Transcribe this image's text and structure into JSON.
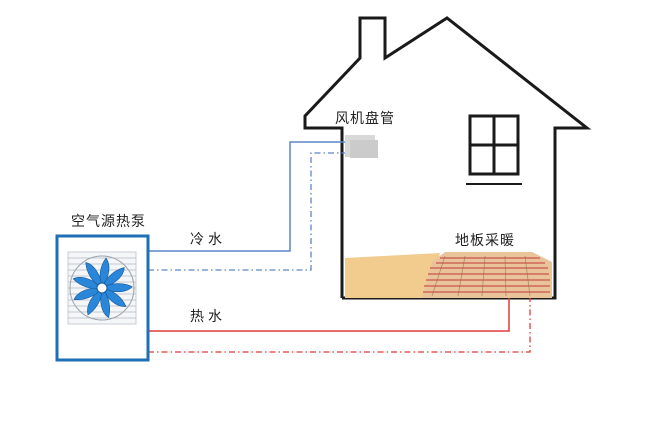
{
  "labels": {
    "heat_pump": "空气源热泵",
    "fan_coil": "风机盘管",
    "cold_water": "冷水",
    "hot_water": "热水",
    "floor_heating": "地板采暖"
  },
  "colors": {
    "outline": "#1a1a1a",
    "unit_border": "#1f6fb4",
    "cold_pipe": "#5b86c8",
    "hot_pipe": "#e23b3b",
    "fan_blade": "#2a86d8",
    "floor_wood": "#f1cc8e",
    "fan_coil_box": "#d4d4d4"
  }
}
